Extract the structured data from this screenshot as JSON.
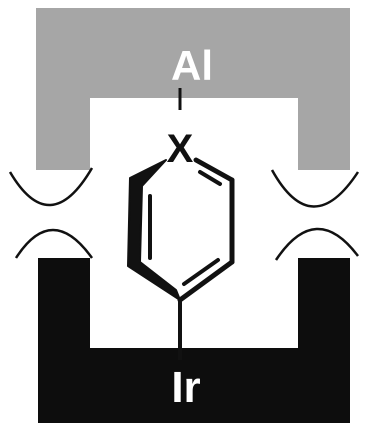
{
  "labels": {
    "top_atom": "Al",
    "bottom_atom": "Ir",
    "bridge_atom": "X"
  },
  "colors": {
    "top_bracket": "#a6a6a6",
    "bottom_bracket": "#0d0d0d",
    "background": "#ffffff",
    "bond": "#111111",
    "label_text": "#ffffff"
  }
}
